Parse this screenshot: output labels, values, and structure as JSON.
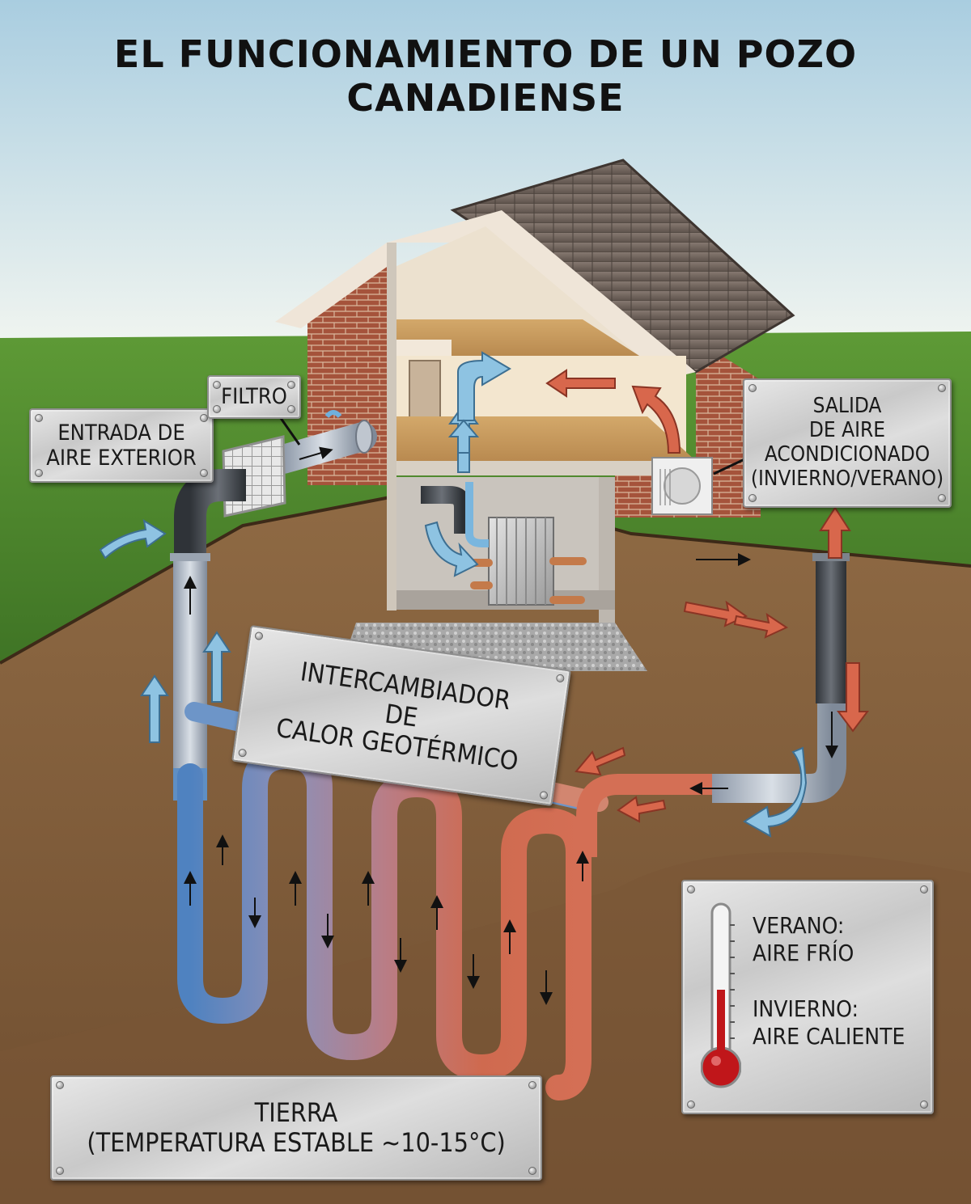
{
  "title": "EL FUNCIONAMIENTO DE UN POZO CANADIENSE",
  "labels": {
    "entrada": [
      "ENTRADA DE",
      "AIRE EXTERIOR"
    ],
    "filtro": "FILTRO",
    "salida": [
      "SALIDA",
      "DE AIRE",
      "ACONDICIONADO",
      "(INVIERNO/VERANO)"
    ],
    "intercambiador": [
      "INTERCAMBIADOR",
      "DE",
      "CALOR GEOTÉRMICO"
    ],
    "tierra": [
      "TIERRA",
      "(TEMPERATURA ESTABLE ~10-15°C)"
    ],
    "temperatura": {
      "verano": [
        "VERANO:",
        "AIRE FRÍO"
      ],
      "invierno": [
        "INVIERNO:",
        "AIRE CALIENTE"
      ]
    }
  },
  "colors": {
    "sky_top": "#a9cde0",
    "sky_bottom": "#f1f5f0",
    "grass": "#4f8a2e",
    "soil": "#8a6340",
    "brick": "#a5533b",
    "roof": "#6e6259",
    "cold_flow": "#8ec3e2",
    "warm_flow": "#d8674c",
    "pipe_cold": "#5f8fc4",
    "pipe_warm": "#d06e52"
  }
}
